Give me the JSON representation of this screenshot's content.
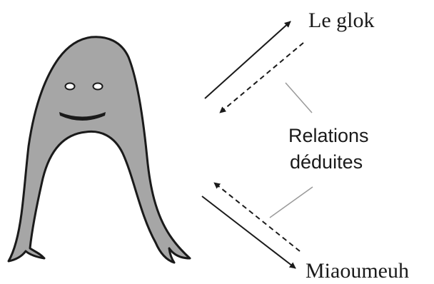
{
  "diagram": {
    "top_word": "Le glok",
    "bottom_word": "Miaoumeuh",
    "relations_line1": "Relations",
    "relations_line2": "déduites",
    "creature_icon": "creature-icon",
    "colors": {
      "creature_fill": "#a6a6a6",
      "stroke": "#1a1a1a",
      "pointer_line": "#9a9a9a",
      "background": "#ffffff"
    }
  }
}
